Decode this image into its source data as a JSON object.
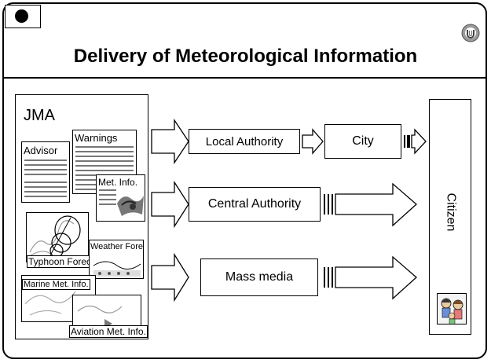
{
  "slide": {
    "title": "Delivery of Meteorological Information"
  },
  "source": {
    "label": "JMA",
    "products": [
      {
        "label": "Warnings"
      },
      {
        "label": "Advisor"
      },
      {
        "label": "Met. Info."
      },
      {
        "label": "Weather Forecast"
      },
      {
        "label": "Typhoon Forecasts"
      },
      {
        "label": "Marine Met. Info."
      },
      {
        "label": "Aviation Met. Info."
      }
    ]
  },
  "channels": {
    "local_authority": "Local Authority",
    "city": "City",
    "central_authority": "Central Authority",
    "mass_media": "Mass media"
  },
  "recipient": {
    "label": "Citizen"
  },
  "colors": {
    "line": "#000000",
    "background": "#ffffff"
  }
}
